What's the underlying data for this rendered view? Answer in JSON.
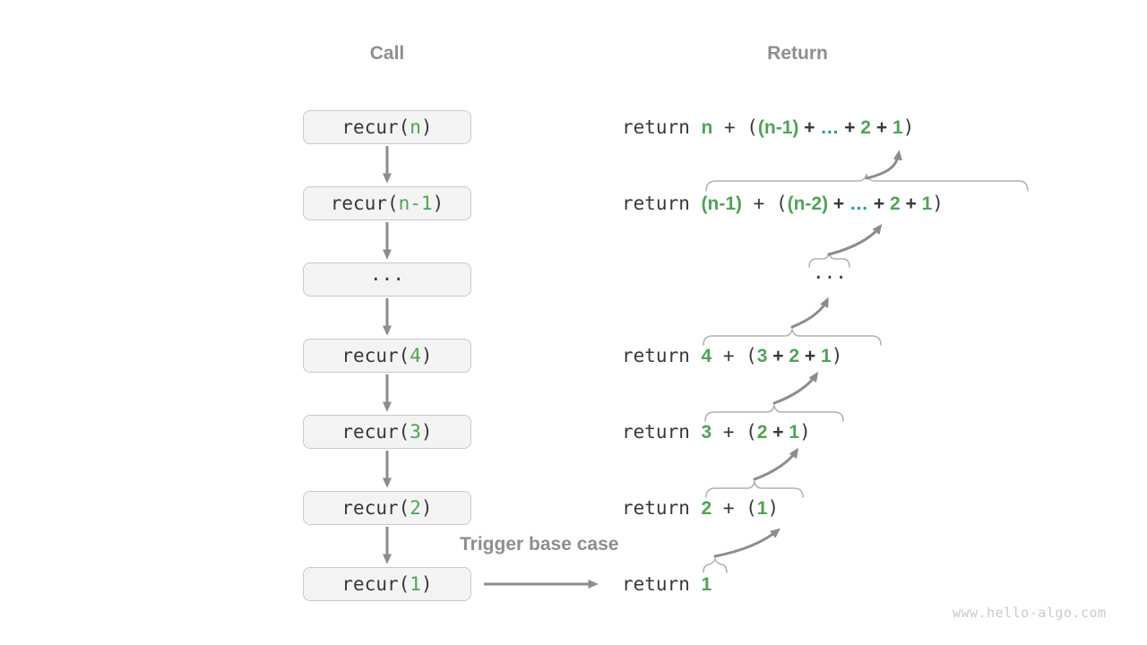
{
  "headers": {
    "call": "Call",
    "return": "Return"
  },
  "trigger_label": "Trigger base case",
  "watermark": "www.hello-algo.com",
  "return_ellipsis": "···",
  "colors": {
    "value_green": "#53A158",
    "ellipsis_teal": "#1F9CA9",
    "text_dark": "#383838",
    "label_gray": "#8E8E8E",
    "arrow_gray": "#8C8C8C",
    "brace_gray": "#B0B0B0",
    "box_fill": "#F3F3F3",
    "box_border": "#C9C9C9"
  },
  "call_boxes": [
    {
      "segments": [
        {
          "t": "recur(",
          "s": "kw"
        },
        {
          "t": "n",
          "s": "arg"
        },
        {
          "t": ")",
          "s": "kw"
        }
      ]
    },
    {
      "segments": [
        {
          "t": "recur(",
          "s": "kw"
        },
        {
          "t": "n-1",
          "s": "arg"
        },
        {
          "t": ")",
          "s": "kw"
        }
      ]
    },
    {
      "segments": [
        {
          "t": "···",
          "s": "kw"
        }
      ]
    },
    {
      "segments": [
        {
          "t": "recur(",
          "s": "kw"
        },
        {
          "t": "4",
          "s": "arg"
        },
        {
          "t": ")",
          "s": "kw"
        }
      ]
    },
    {
      "segments": [
        {
          "t": "recur(",
          "s": "kw"
        },
        {
          "t": "3",
          "s": "arg"
        },
        {
          "t": ")",
          "s": "kw"
        }
      ]
    },
    {
      "segments": [
        {
          "t": "recur(",
          "s": "kw"
        },
        {
          "t": "2",
          "s": "arg"
        },
        {
          "t": ")",
          "s": "kw"
        }
      ]
    },
    {
      "segments": [
        {
          "t": "recur(",
          "s": "kw"
        },
        {
          "t": "1",
          "s": "arg"
        },
        {
          "t": ")",
          "s": "kw"
        }
      ]
    }
  ],
  "return_rows": [
    {
      "segments": [
        {
          "t": "return ",
          "s": "kw"
        },
        {
          "t": "n",
          "s": "val"
        },
        {
          "t": " + (",
          "s": "kw"
        },
        {
          "t": "(n-1)",
          "s": "val"
        },
        {
          "t": " + ",
          "s": "op"
        },
        {
          "t": "…",
          "s": "dots"
        },
        {
          "t": " + ",
          "s": "op"
        },
        {
          "t": "2",
          "s": "val"
        },
        {
          "t": " + ",
          "s": "op"
        },
        {
          "t": "1",
          "s": "val"
        },
        {
          "t": ")",
          "s": "kw"
        }
      ]
    },
    {
      "segments": [
        {
          "t": "return ",
          "s": "kw"
        },
        {
          "t": "(n-1)",
          "s": "val"
        },
        {
          "t": " + (",
          "s": "kw"
        },
        {
          "t": "(n-2)",
          "s": "val"
        },
        {
          "t": " + ",
          "s": "op"
        },
        {
          "t": "…",
          "s": "dots"
        },
        {
          "t": " + ",
          "s": "op"
        },
        {
          "t": "2",
          "s": "val"
        },
        {
          "t": " + ",
          "s": "op"
        },
        {
          "t": "1",
          "s": "val"
        },
        {
          "t": ")",
          "s": "kw"
        }
      ]
    },
    {
      "segments": [
        {
          "t": "return ",
          "s": "kw"
        },
        {
          "t": "4",
          "s": "val"
        },
        {
          "t": " + (",
          "s": "kw"
        },
        {
          "t": "3",
          "s": "val"
        },
        {
          "t": " + ",
          "s": "op"
        },
        {
          "t": "2",
          "s": "val"
        },
        {
          "t": " + ",
          "s": "op"
        },
        {
          "t": "1",
          "s": "val"
        },
        {
          "t": ")",
          "s": "kw"
        }
      ]
    },
    {
      "segments": [
        {
          "t": "return ",
          "s": "kw"
        },
        {
          "t": "3",
          "s": "val"
        },
        {
          "t": " + (",
          "s": "kw"
        },
        {
          "t": "2",
          "s": "val"
        },
        {
          "t": " + ",
          "s": "op"
        },
        {
          "t": "1",
          "s": "val"
        },
        {
          "t": ")",
          "s": "kw"
        }
      ]
    },
    {
      "segments": [
        {
          "t": "return ",
          "s": "kw"
        },
        {
          "t": "2",
          "s": "val"
        },
        {
          "t": " + (",
          "s": "kw"
        },
        {
          "t": "1",
          "s": "val"
        },
        {
          "t": ")",
          "s": "kw"
        }
      ]
    },
    {
      "segments": [
        {
          "t": "return ",
          "s": "kw"
        },
        {
          "t": "1",
          "s": "val"
        }
      ]
    }
  ]
}
